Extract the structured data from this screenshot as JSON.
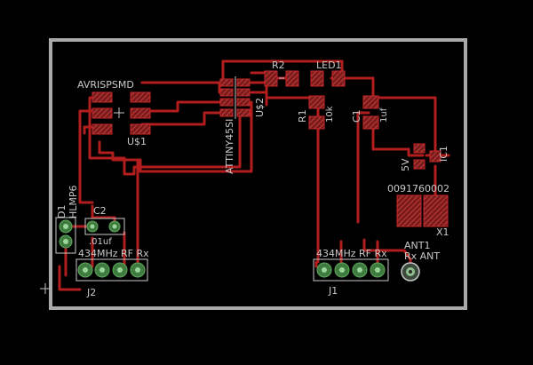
{
  "labels": {
    "avrispsmd": "AVRISPSMD",
    "r2": "R2",
    "led1": "LED1",
    "attiny": "ATTINY45SI",
    "u2": "U$2",
    "r1": "R1",
    "r1_value": "10k",
    "c1": "C1",
    "c1_value": "1uf",
    "u1": "U$1",
    "d1": "D1",
    "d1_value": "HLMP6",
    "c2": "C2",
    "c2_value": ".01uf",
    "rf_left": "434MHz RF Rx",
    "j2": "J2",
    "rf_right": "434MHz RF Rx",
    "j1": "J1",
    "fivev": "5V",
    "ic1": "IC1",
    "crystal_code": "0091760002",
    "x1": "X1",
    "ant1": "ANT1",
    "rx_ant": "Rx ANT"
  },
  "colors": {
    "background": "#000000",
    "board_outline": "#a9a9a9",
    "trace": "#b21e1e",
    "pad": "#c7272a",
    "silkscreen": "#c9c9c9",
    "pin": "#5faa5f"
  }
}
